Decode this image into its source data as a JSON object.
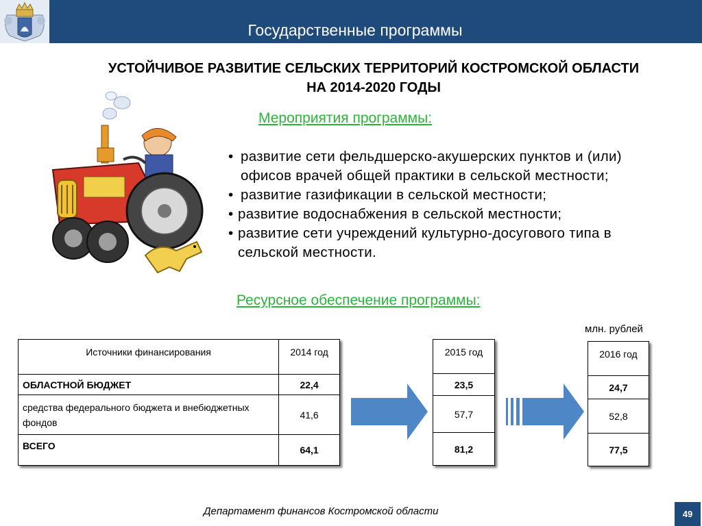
{
  "header": {
    "title": "Государственные программы"
  },
  "main_title": {
    "line1": "УСТОЙЧИВОЕ РАЗВИТИЕ СЕЛЬСКИХ ТЕРРИТОРИЙ КОСТРОМСКОЙ ОБЛАСТИ",
    "line2": "НА 2014-2020 ГОДЫ"
  },
  "activities": {
    "heading": "Мероприятия программы:",
    "items": [
      {
        "line1": "развитие сети фельдшерско-акушерских пунктов и (или)",
        "line2": "офисов врачей общей практики в сельской местности;"
      },
      {
        "line1": "развитие газификации в сельской местности;"
      },
      {
        "line1": "развитие водоснабжения в сельской местности;"
      },
      {
        "line1": "развитие сети учреждений культурно-досугового типа в",
        "line2": "сельской местности."
      }
    ]
  },
  "resources": {
    "heading": "Ресурсное обеспечение программы:",
    "unit": "млн. рублей",
    "table_2014": {
      "col_source": "Источники финансирования",
      "col_year": "2014 год",
      "rows": [
        {
          "label": "ОБЛАСТНОЙ БЮДЖЕТ",
          "value": "22,4"
        },
        {
          "label": "средства федерального бюджета и внебюджетных фондов",
          "value": "41,6"
        },
        {
          "label": "ВСЕГО",
          "value": "64,1"
        }
      ]
    },
    "table_2015": {
      "year": "2015 год",
      "values": [
        "23,5",
        "57,7",
        "81,2"
      ]
    },
    "table_2016": {
      "year": "2016 год",
      "values": [
        "24,7",
        "52,8",
        "77,5"
      ]
    }
  },
  "footer": {
    "text": "Департамент финансов  Костромской области",
    "page": "49"
  },
  "colors": {
    "header_bg": "#1e4a7c",
    "green": "#2db33a",
    "arrow": "#4f86c6"
  }
}
